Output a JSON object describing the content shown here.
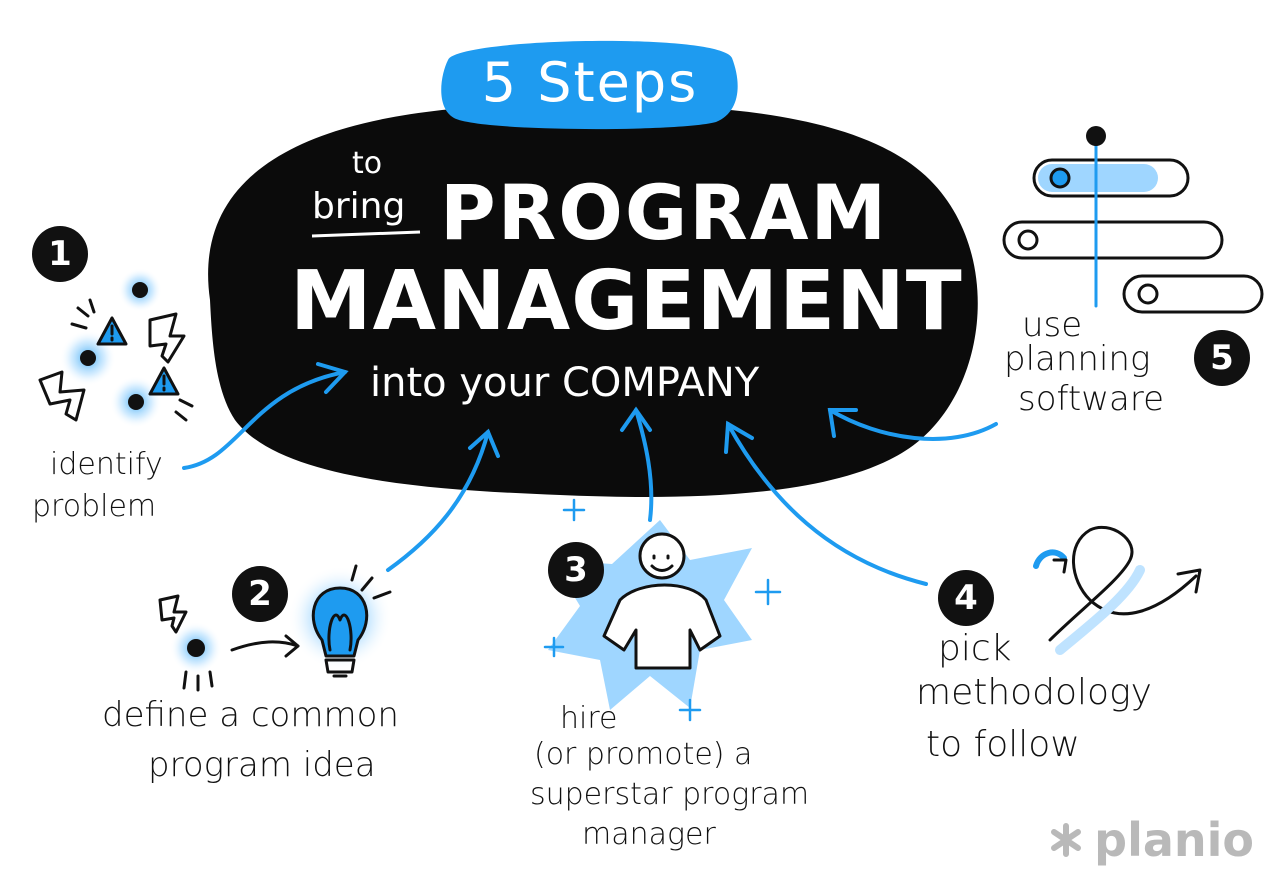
{
  "title": {
    "pill": "5 Steps",
    "pre": "to",
    "pre2": "bring",
    "line1": "PROGRAM",
    "line2": "MANAGEMENT",
    "line3": "into your COMPANY"
  },
  "steps": [
    {
      "number": "1",
      "lines": [
        "identify",
        "problem"
      ]
    },
    {
      "number": "2",
      "lines": [
        "define a common",
        "program idea"
      ]
    },
    {
      "number": "3",
      "lines": [
        "hire",
        "(or promote) a",
        "superstar program",
        "manager"
      ]
    },
    {
      "number": "4",
      "lines": [
        "pick",
        "methodology",
        "to follow"
      ]
    },
    {
      "number": "5",
      "lines": [
        "use",
        "planning",
        "software"
      ]
    }
  ],
  "logo": "planio",
  "colors": {
    "accent": "#1e9bf0",
    "glow": "#9fd6ff",
    "ink": "#111111"
  }
}
